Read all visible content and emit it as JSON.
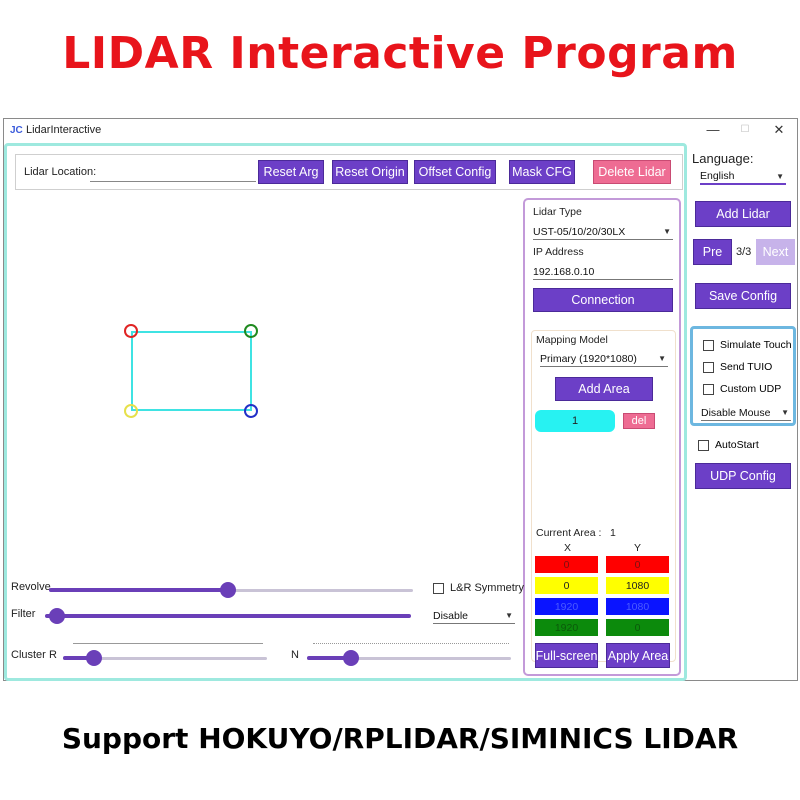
{
  "banner": {
    "title": "LIDAR Interactive Program",
    "footer": "Support HOKUYO/RPLIDAR/SIMINICS LIDAR"
  },
  "window": {
    "logo": "JC",
    "title": "LidarInteractive",
    "controls": {
      "minimize": "—",
      "maximize": "☐",
      "close": "✕"
    }
  },
  "toolbar": {
    "lidar_location_label": "Lidar Location:",
    "lidar_location_value": "",
    "reset_arg": "Reset Arg",
    "reset_origin": "Reset Origin",
    "offset_config": "Offset Config",
    "mask_cfg": "Mask CFG",
    "delete_lidar": "Delete Lidar"
  },
  "canvas": {
    "corner_colors": [
      "#e02424",
      "#1f8a1f",
      "#e6e04a",
      "#2230c8"
    ],
    "rect_color": "#3fe3e3"
  },
  "lidar_panel": {
    "lidar_type_label": "Lidar Type",
    "lidar_type_value": "UST-05/10/20/30LX",
    "ip_label": "IP Address",
    "ip_value": "192.168.0.10",
    "connection": "Connection",
    "mapping_model_label": "Mapping Model",
    "mapping_model_value": "Primary (1920*1080)",
    "add_area": "Add Area",
    "area_chip": "1",
    "del": "del",
    "current_area_label": "Current Area :",
    "current_area_value": "1",
    "x_header": "X",
    "y_header": "Y",
    "rows": [
      {
        "x": "0",
        "y": "0",
        "color": "#ff0000",
        "text_color": "#7a1010"
      },
      {
        "x": "0",
        "y": "1080",
        "color": "#ffff00",
        "text_color": "#222222"
      },
      {
        "x": "1920",
        "y": "1080",
        "color": "#0a14ff",
        "text_color": "#4a5bff"
      },
      {
        "x": "1920",
        "y": "0",
        "color": "#0c8a0c",
        "text_color": "#0b5a0b"
      }
    ],
    "full_screen": "Full-screen",
    "apply_area": "Apply Area"
  },
  "controls": {
    "revolve_label": "Revolve",
    "revolve_level": 0.49,
    "lr_symmetry": "L&R Symmetry",
    "filter_label": "Filter",
    "filter_level": 0.01,
    "filter_mode": "Disable",
    "cluster_label": "Cluster",
    "cluster_r_label": "R",
    "cluster_r_level": 0.12,
    "n_label": "N",
    "n_level": 0.19
  },
  "side": {
    "language_label": "Language:",
    "language_value": "English",
    "add_lidar": "Add Lidar",
    "pre": "Pre",
    "page": "3/3",
    "next": "Next",
    "save_config": "Save Config",
    "simulate_touch": "Simulate Touch",
    "send_tuio": "Send TUIO",
    "custom_udp": "Custom UDP",
    "mouse_mode": "Disable Mouse",
    "autostart": "AutoStart",
    "udp_config": "UDP Config"
  },
  "colors": {
    "accent": "#6c3fc7",
    "danger": "#ee6c93",
    "panel_border": "#9ee9df"
  }
}
